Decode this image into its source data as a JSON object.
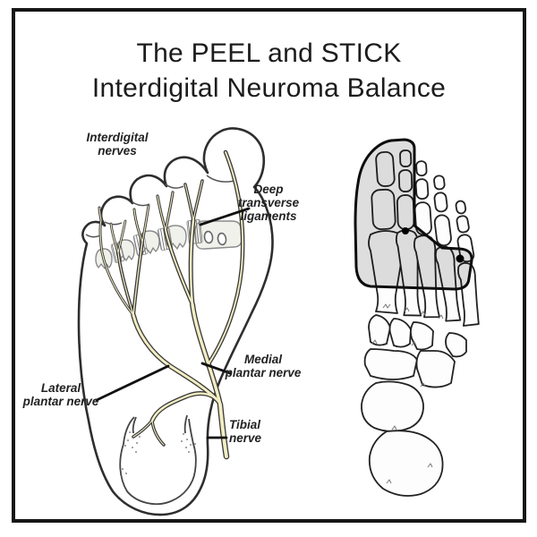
{
  "title": {
    "line1": "The PEEL and STICK",
    "line2": "Interdigital Neuroma Balance"
  },
  "left_figure": {
    "labels": {
      "interdigital_nerves": "Interdigital\nnerves",
      "deep_transverse_ligaments": "Deep\ntransverse\nligaments",
      "medial_plantar_nerve": "Medial\nplantar nerve",
      "lateral_plantar_nerve": "Lateral\nplantar nerve",
      "tibial_nerve": "Tibial\nnerve"
    }
  },
  "colors": {
    "nerve_yellow": "#f2edc2",
    "line_dark": "#2e2e2e",
    "sketch_gray": "#8a8a8a",
    "pad_gray_fill": "rgba(0,0,0,0.13)",
    "frame_black": "#161616",
    "background": "#ffffff"
  }
}
